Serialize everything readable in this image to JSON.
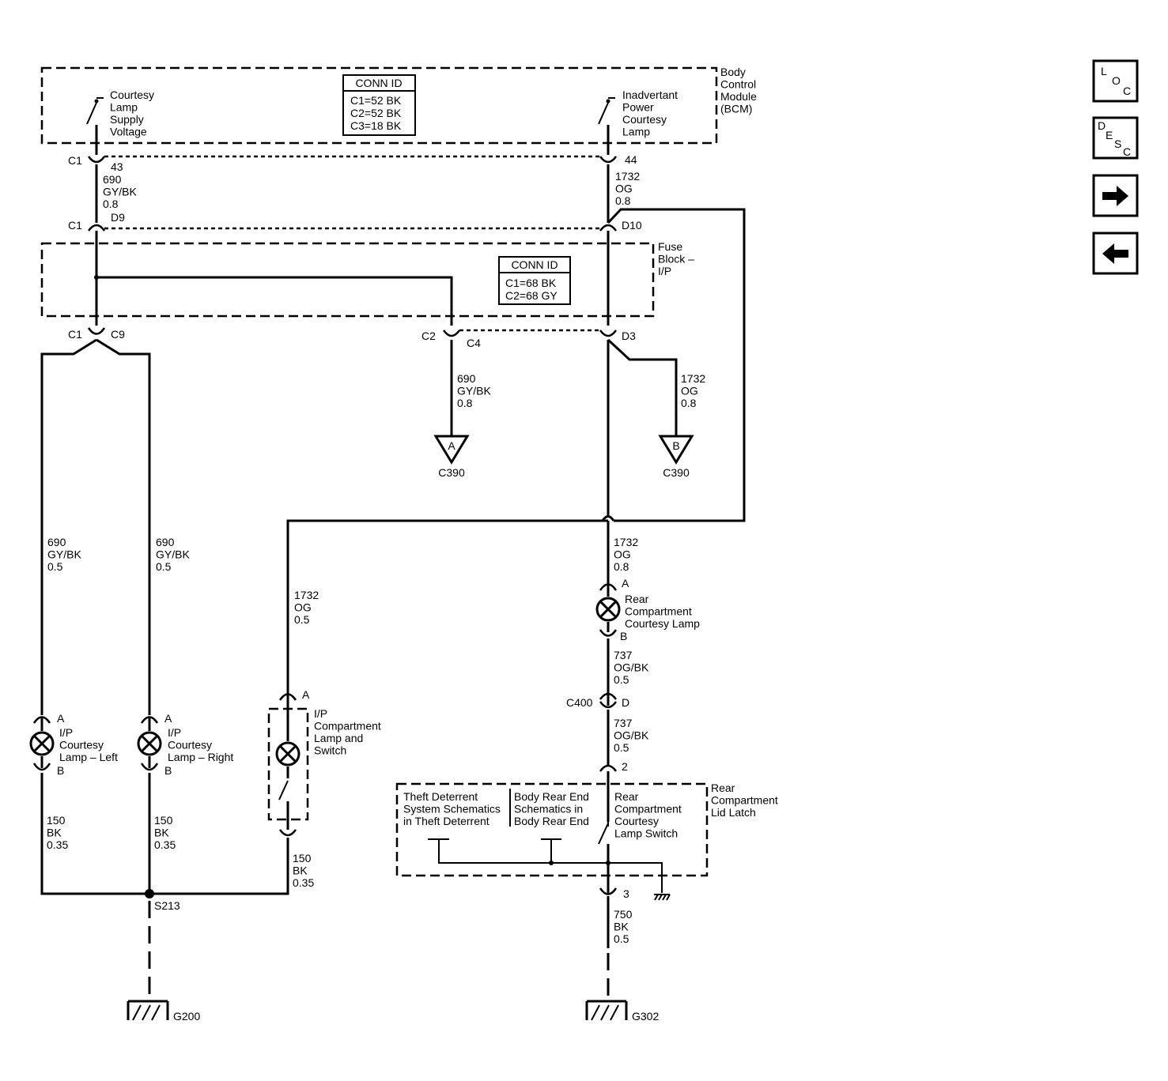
{
  "modules": {
    "bcm": "Body|Control|Module|(BCM)",
    "fuse_block": "Fuse|Block –|I/P",
    "rear_latch": "Rear|Compartment|Lid Latch"
  },
  "bcm_conn": {
    "title": "CONN ID",
    "lines": [
      "C1=52 BK",
      "C2=52 BK",
      "C3=18 BK"
    ]
  },
  "fuse_conn": {
    "title": "CONN ID",
    "lines": [
      "C1=68 BK",
      "C2=68 GY"
    ]
  },
  "switches": {
    "courtesy_supply": "Courtesy|Lamp|Supply|Voltage",
    "inadvertent": "Inadvertant|Power|Courtesy|Lamp"
  },
  "pins": {
    "c1_top": "C1",
    "pin43": "43",
    "pin44": "44",
    "c1_mid": "C1",
    "d9": "D9",
    "d10": "D10",
    "c1_bot": "C1",
    "c9": "C9",
    "c2": "C2",
    "c4": "C4",
    "d3": "D3"
  },
  "wires": {
    "w690_top": "690|GY/BK|0.8",
    "w1732_top": "1732|OG|0.8",
    "w690_c390": "690|GY/BK|0.8",
    "w1732_c390": "1732|OG|0.8",
    "w690_left": "690|GY/BK|0.5",
    "w690_right": "690|GY/BK|0.5",
    "w1732_ip": "1732|OG|0.5",
    "w1732_rear": "1732|OG|0.8",
    "w737_a": "737|OG/BK|0.5",
    "w737_b": "737|OG/BK|0.5",
    "w150_left": "150|BK|0.35",
    "w150_right": "150|BK|0.35",
    "w150_ip": "150|BK|0.35",
    "w750": "750|BK|0.5"
  },
  "offpage": {
    "a_letter": "A",
    "a_conn": "C390",
    "b_letter": "B",
    "b_conn": "C390"
  },
  "lamps": {
    "left": "I/P|Courtesy|Lamp – Left",
    "right": "I/P|Courtesy|Lamp – Right",
    "ip_comp": "I/P|Compartment|Lamp and|Switch",
    "rear": "Rear|Compartment|Courtesy Lamp"
  },
  "lamp_pins": {
    "a": "A",
    "b": "B"
  },
  "c400": {
    "name": "C400",
    "pin": "D"
  },
  "latch": {
    "pin2": "2",
    "pin3": "3",
    "theft": "Theft Deterrent|System Schematics|in Theft Deterrent",
    "body": "Body Rear End|Schematics in|Body Rear End",
    "switch": "Rear|Compartment|Courtesy|Lamp Switch"
  },
  "splice": "S213",
  "grounds": {
    "g200": "G200",
    "g302": "G302"
  },
  "nav": {
    "loc": [
      "L",
      "O",
      "C"
    ],
    "desc": [
      "D",
      "E",
      "S",
      "C"
    ],
    "forward_icon": "arrow-right-icon",
    "back_icon": "arrow-left-icon"
  }
}
